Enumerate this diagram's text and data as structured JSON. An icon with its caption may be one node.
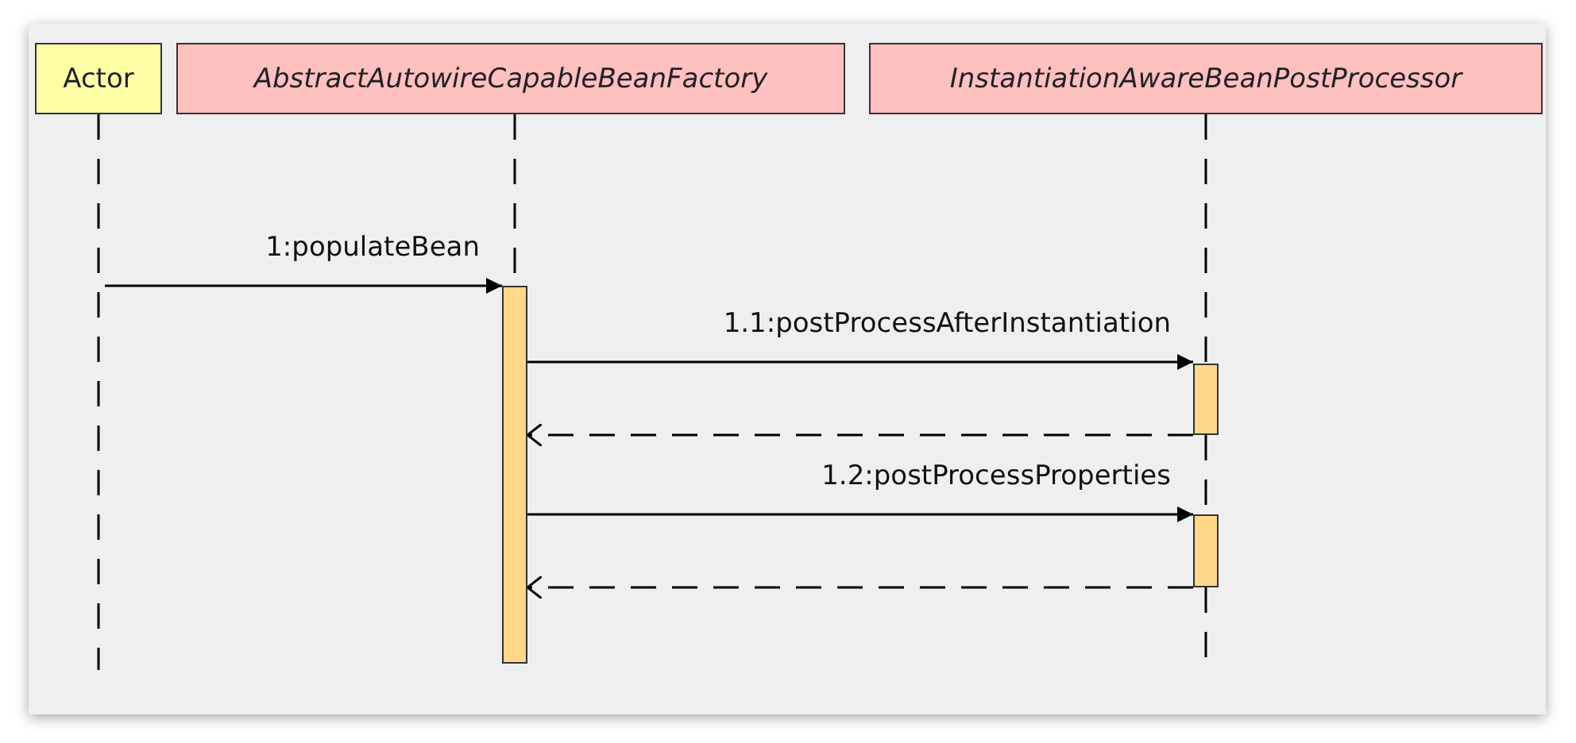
{
  "diagram": {
    "nodes": [
      {
        "text": [
          "Actor"
        ]
      },
      {
        "text": [
          "AbstractAutowireCapableBeanFactory"
        ]
      },
      {
        "text": [
          "InstantiationAwareBeanPostProcessor"
        ]
      },
      {
        "text": [],
        "shape": "bar"
      },
      {
        "text": [],
        "shape": "bar"
      },
      {
        "text": [],
        "shape": "bar"
      }
    ],
    "edges": [
      {
        "from": null,
        "to": 3,
        "arrow": "to",
        "label": "1:populateBean"
      },
      {
        "from": 3,
        "to": 4,
        "arrow": "to",
        "label": "1.1:postProcessAfterInstantiation"
      },
      {
        "from": 4,
        "to": 3,
        "arrow": "to",
        "style": "dashed"
      },
      {
        "from": 3,
        "to": 5,
        "arrow": "to",
        "label": "1.2:postProcessProperties"
      },
      {
        "from": 5,
        "to": 3,
        "arrow": "to",
        "style": "dashed"
      },
      {
        "from": 0,
        "to": null,
        "arrow": "none",
        "style": "dashed"
      },
      {
        "from": 1,
        "to": 3,
        "arrow": "none",
        "style": "dashed"
      },
      {
        "from": 2,
        "to": 4,
        "arrow": "none",
        "style": "dashed"
      },
      {
        "from": 4,
        "to": 5,
        "arrow": "none",
        "style": "dashed"
      },
      {
        "from": 5,
        "to": null,
        "arrow": "none",
        "style": "dashed"
      }
    ]
  }
}
